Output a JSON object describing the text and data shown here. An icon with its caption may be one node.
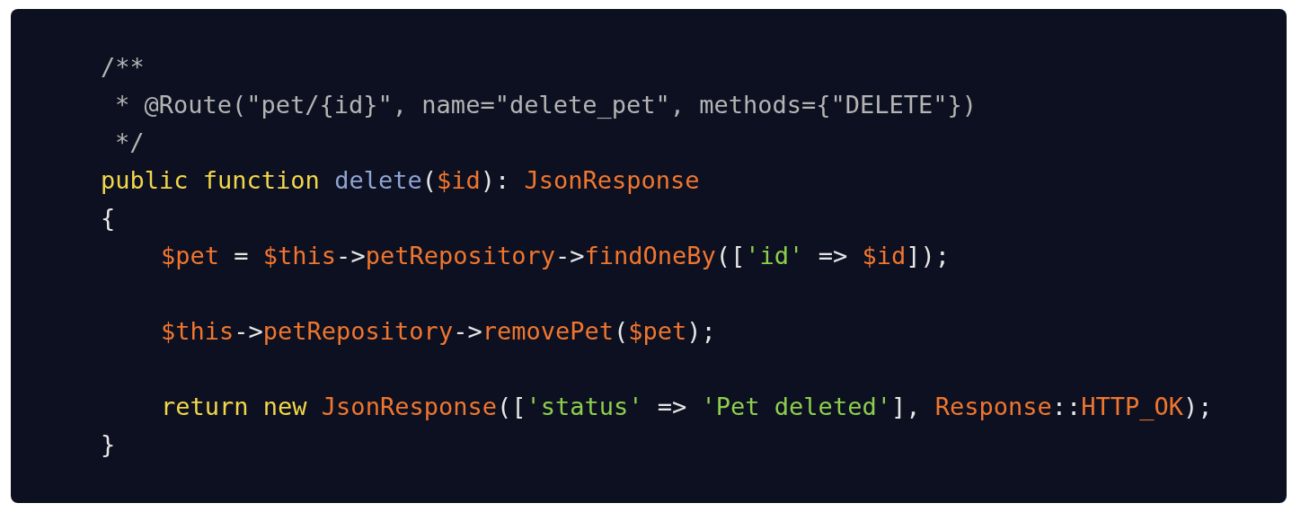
{
  "diagram": {
    "labels": [
      "/**",
      "* @Route(\"pet/{id}\", name=\"delete_pet\", methods={\"DELETE\"})",
      "*/",
      "public function delete($id): JsonResponse",
      "{",
      "$pet = $this->petRepository->findOneBy(['id' => $id]);",
      "$this->petRepository->removePet($pet);",
      "return new JsonResponse(['status' => 'Pet deleted'], Response::HTTP_OK);",
      "}"
    ]
  }
}
